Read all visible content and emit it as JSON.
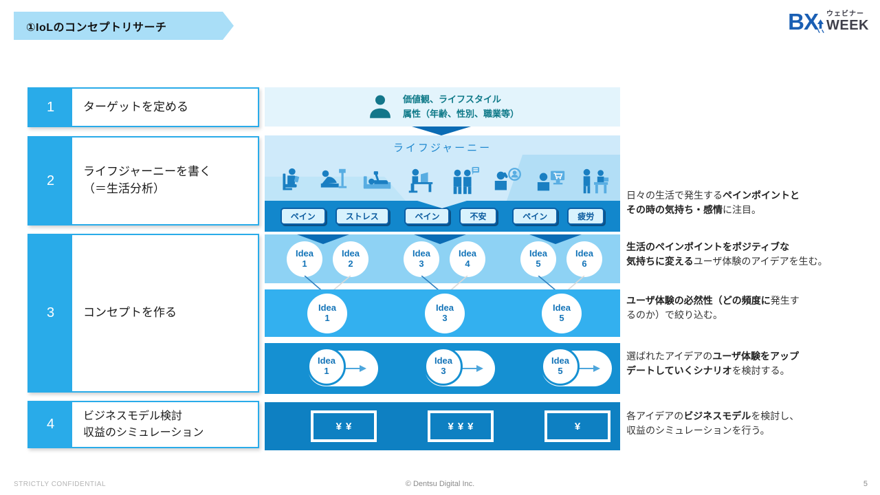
{
  "title": "①IoLのコンセプトリサーチ",
  "logo": {
    "bx": "BX",
    "webinar": "ウェビナー",
    "week": "WEEK"
  },
  "colors": {
    "primary_blue": "#29abe9",
    "pain_band_blue": "#1287cc",
    "light_idea_band": "#8ed2f4",
    "sky_idea_band": "#33b0ef",
    "mid_idea_band": "#1590d2",
    "yen_band_blue": "#0e80c2",
    "banner_blue": "#a9def7",
    "pale_journey_blue": "#cfeafa",
    "teal_text": "#0e7988",
    "idea_text_blue": "#1474b8",
    "logo_blue": "#1a5fb4",
    "dark_arrow_blue": "#0a6bb4"
  },
  "steps": [
    {
      "number": "1",
      "lines": [
        "ターゲットを定める"
      ]
    },
    {
      "number": "2",
      "lines": [
        "ライフジャーニーを書く",
        "（＝生活分析）"
      ]
    },
    {
      "number": "3",
      "lines": [
        "コンセプトを作る"
      ]
    },
    {
      "number": "4",
      "lines": [
        "ビジネスモデル検討",
        "収益のシミュレーション"
      ]
    }
  ],
  "target_panel": {
    "icon": "person-icon",
    "lines": [
      "価値観、ライフスタイル",
      "属性（年齢、性別、職業等）"
    ]
  },
  "journey": {
    "title": "ライフジャーニー",
    "icons": [
      "sitting-reading-icon",
      "relaxing-tv-icon",
      "bed-smartphone-icon",
      "desk-computer-icon",
      "conversation-icon",
      "phone-call-icon",
      "online-shopping-icon",
      "store-visit-icon"
    ],
    "pain_labels": [
      "ペイン",
      "ストレス",
      "ペイン",
      "不安",
      "ペイン",
      "疲労"
    ]
  },
  "ideas": {
    "word": "Idea",
    "row1": [
      "1",
      "2",
      "3",
      "4",
      "5",
      "6"
    ],
    "row2": [
      "1",
      "3",
      "5"
    ],
    "row3": [
      "1",
      "3",
      "5"
    ]
  },
  "yen_boxes": [
    "¥¥",
    "¥¥¥",
    "¥"
  ],
  "annotations": [
    [
      [
        "日々の生活で発生する",
        "ペインポイントと"
      ],
      [
        "その時の気持ち・感情",
        "に注目。"
      ]
    ],
    [
      [
        "生活のペインポイントをポジティブな"
      ],
      [
        "気持ちに変える",
        "ユーザ体験のアイデアを生む。"
      ]
    ],
    [
      [
        "ユーザ体験の必然性（どの頻度に",
        "発生す"
      ],
      [
        "るのか）で絞り込む。"
      ]
    ],
    [
      [
        "選ばれたアイデアの",
        "ユーザ体験をアップ"
      ],
      [
        "デートしていくシナリオ",
        "を検討する。"
      ]
    ],
    [
      [
        "各アイデアの",
        "ビジネスモデル",
        "を検討し、"
      ],
      [
        "収益のシミュレーションを行う。"
      ]
    ]
  ],
  "footer": {
    "left": "STRICTLY CONFIDENTIAL",
    "center": "© Dentsu Digital Inc.",
    "page": "5"
  }
}
